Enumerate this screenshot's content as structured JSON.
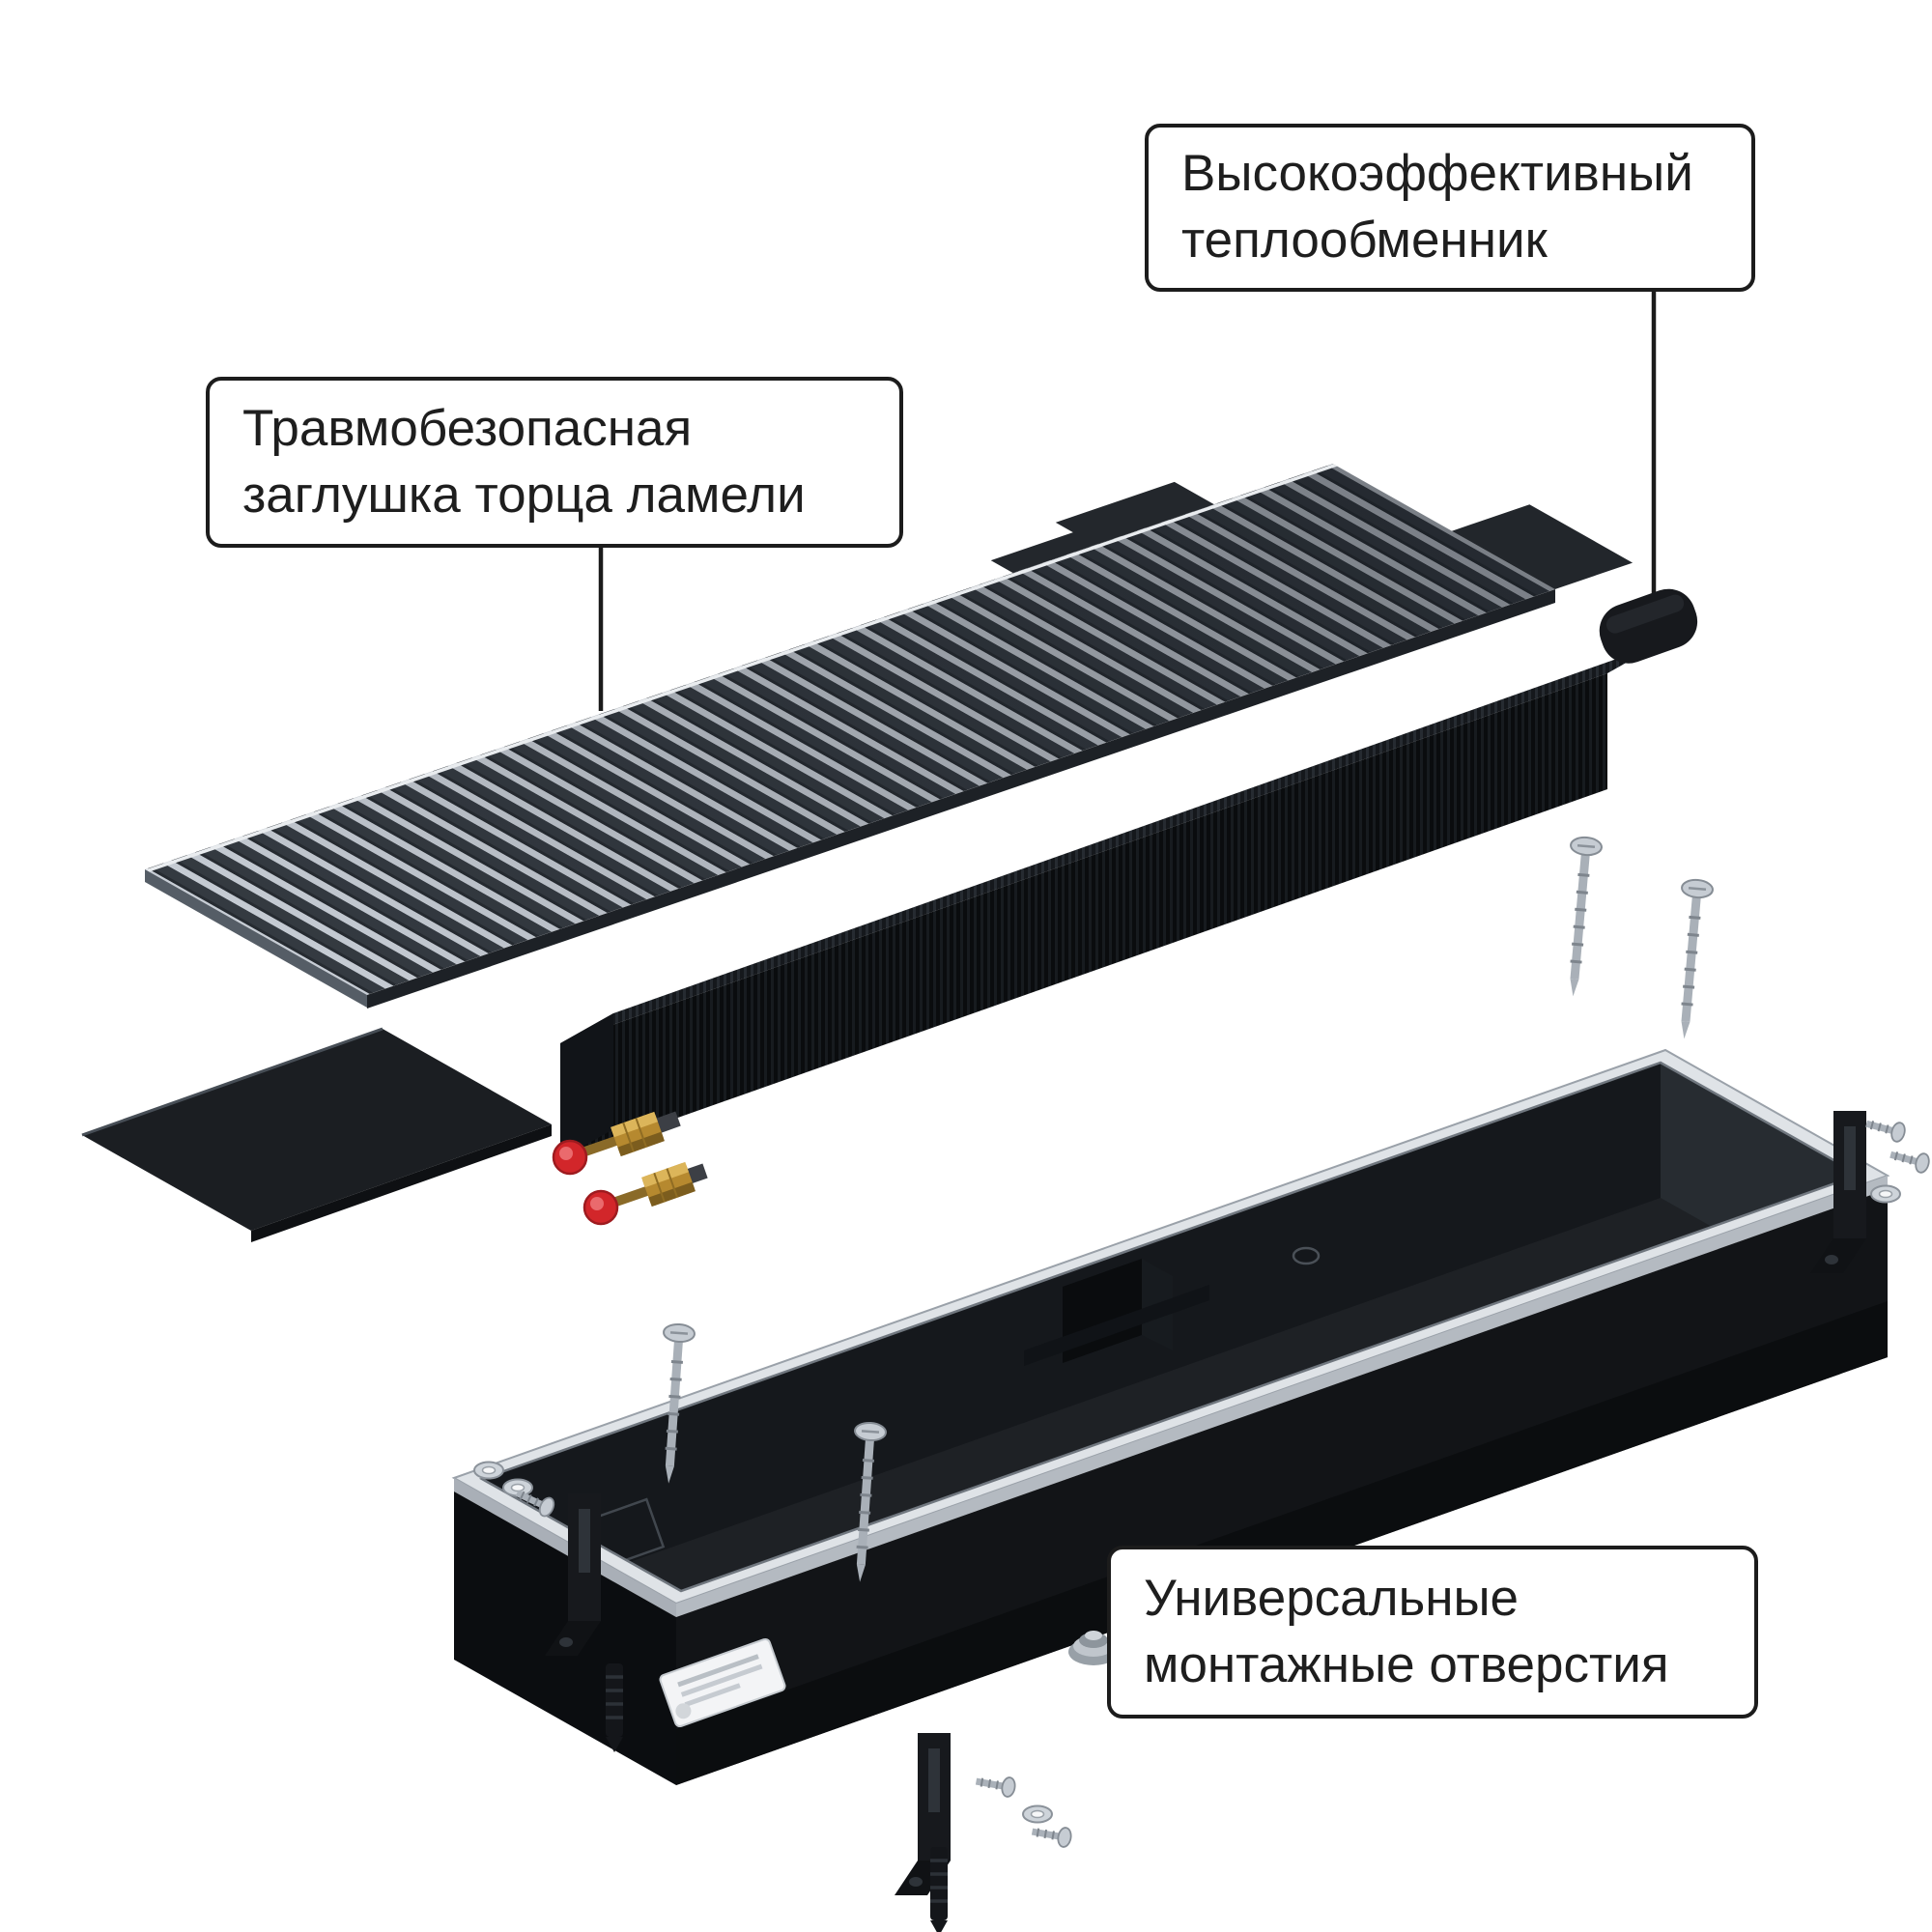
{
  "callouts": {
    "heat_exchanger": {
      "lines": [
        "Высокоэффективный",
        "теплообменник"
      ]
    },
    "lamella_end_cap": {
      "lines": [
        "Травмобезопасная",
        "заглушка торца ламели"
      ]
    },
    "mounting_holes": {
      "lines": [
        "Универсальные",
        "монтажные отверстия"
      ]
    }
  },
  "illustration": {
    "parts": [
      {
        "id": "grille",
        "name": "roll-up-grille"
      },
      {
        "id": "end-cap",
        "name": "lamella-end-cap-plate"
      },
      {
        "id": "heat-exchanger",
        "name": "finned-heat-exchanger"
      },
      {
        "id": "casing",
        "name": "in-floor-casing"
      },
      {
        "id": "hardware",
        "name": "mounting-hardware"
      }
    ],
    "colors": {
      "background": "#ffffff",
      "callout_border": "#1c1c1c",
      "grille_light": "#c6ccd4",
      "grille_dark": "#343a41",
      "part_black": "#131518",
      "brass": "#b6892f",
      "cap_red": "#d2262a",
      "rim_silver": "#dfe3e7"
    }
  }
}
